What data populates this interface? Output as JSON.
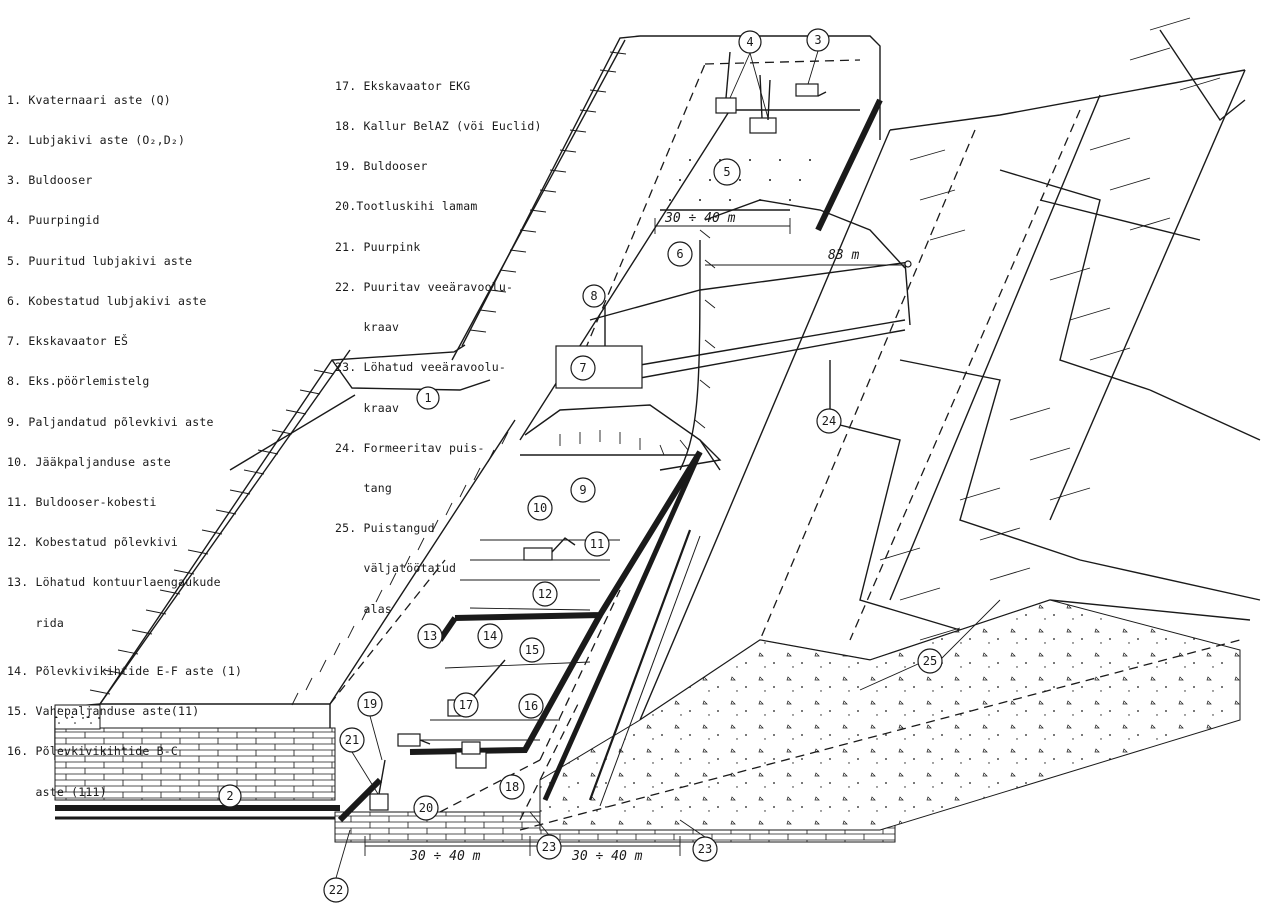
{
  "legend_left": [
    "1. Kvaternaari aste (Q)",
    "2. Lubjakivi aste (O₂,D₂)",
    "3. Buldooser",
    "4. Puurpingid",
    "5. Puuritud lubjakivi aste",
    "6. Kobestatud lubjakivi aste",
    "7. Ekskavaator EŠ",
    "8. Eks.pöörlemistelg",
    "9. Paljandatud põlevkivi aste",
    "10. Jääkpaljanduse aste",
    "11. Buldooser-kobesti",
    "12. Kobestatud põlevkivi",
    "13. Löhatud kontuurlaengaukude",
    "    rida",
    "14. Põlevkivikihtide E-F aste (1)",
    "15. Vahepaljanduse aste(11)",
    "16. Põlevkivikihtide B-C",
    "    aste (111)"
  ],
  "legend_right": [
    "17. Ekskavaator EKG",
    "18. Kallur BelAZ (vöi Euclid)",
    "19. Buldooser",
    "20.Tootluskihi lamam",
    "21. Puurpink",
    "22. Puuritav veeäravoolu-",
    "    kraav",
    "23. Löhatud veeäravoolu-",
    "    kraav",
    "24. Formeeritav puis-",
    "    tang",
    "25. Puistangud",
    "    väljatöötatud",
    "    alas"
  ],
  "callouts": [
    "1",
    "2",
    "3",
    "4",
    "5",
    "6",
    "7",
    "8",
    "9",
    "10",
    "11",
    "12",
    "13",
    "14",
    "15",
    "16",
    "17",
    "18",
    "19",
    "20",
    "21",
    "22",
    "23",
    "23",
    "24",
    "25"
  ],
  "dimensions": {
    "top_bench_width": "30 ÷ 40 m",
    "boom_reach": "83 m",
    "bottom_left_width": "30 ÷ 40 m",
    "bottom_right_width": "30 ÷ 40 m"
  }
}
